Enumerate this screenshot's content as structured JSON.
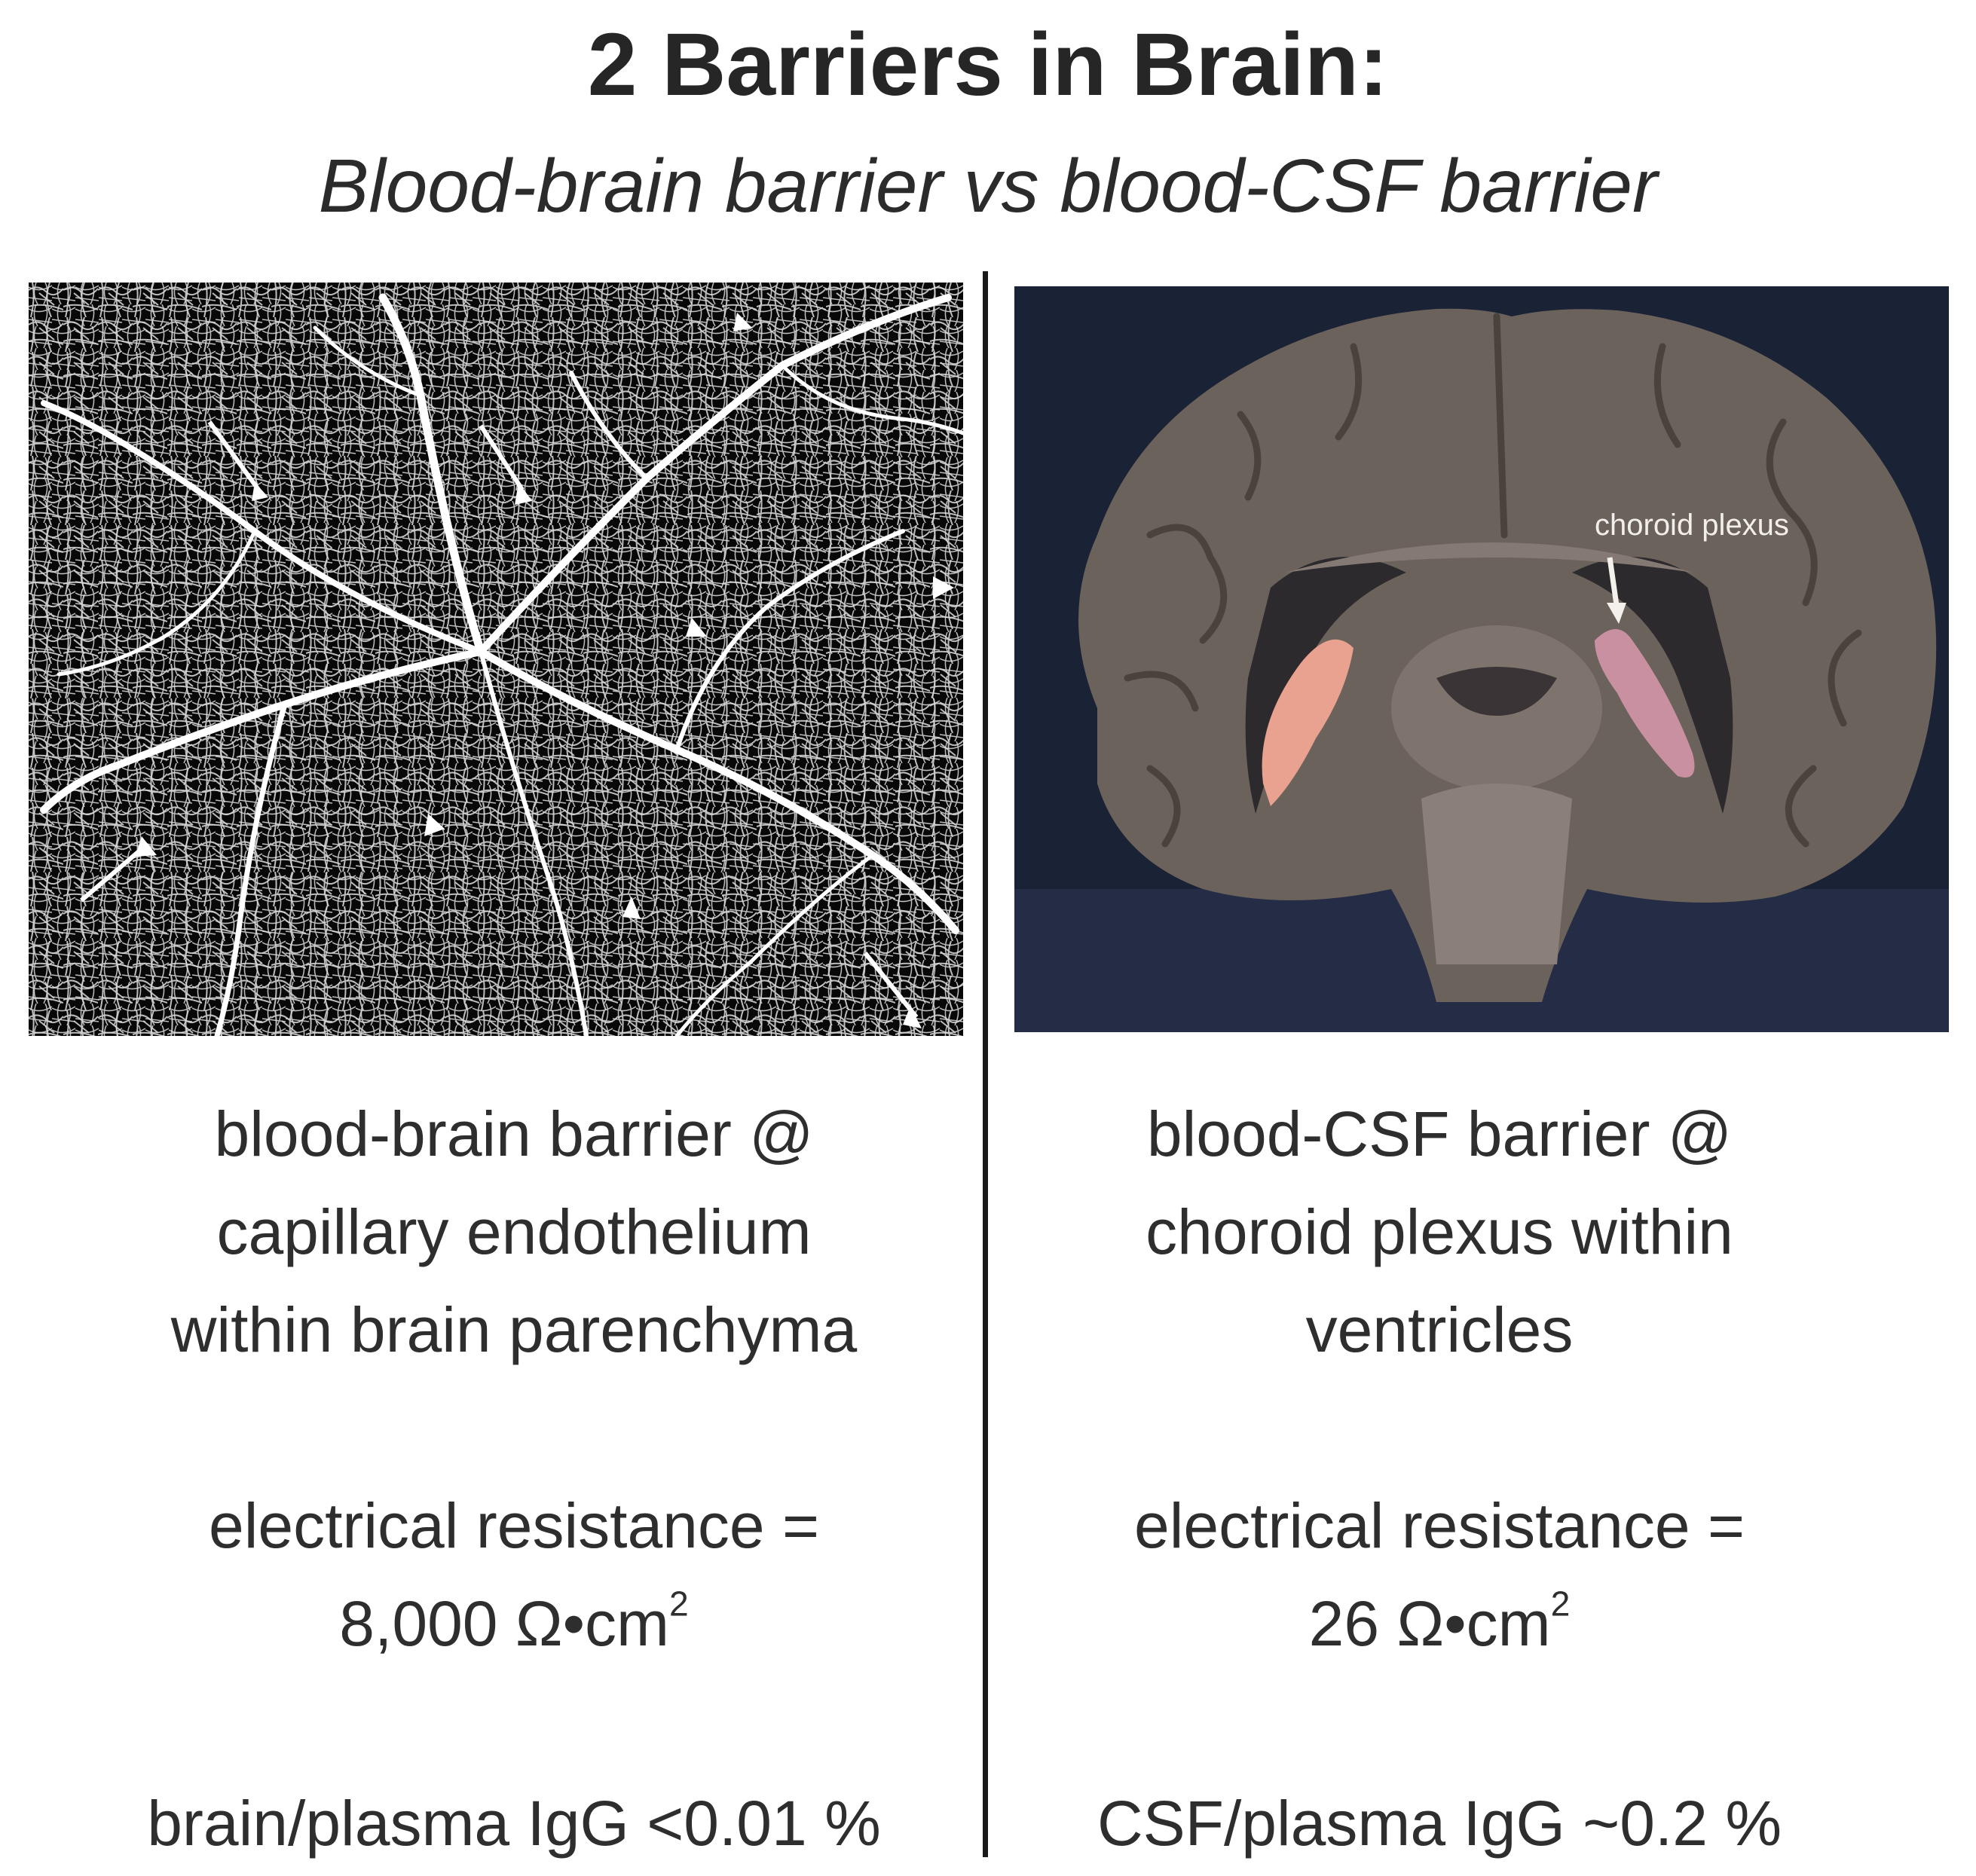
{
  "header": {
    "title": "2 Barriers in Brain:",
    "subtitle": "Blood-brain barrier vs blood-CSF barrier"
  },
  "left": {
    "image_icon": "capillary-network-micrograph",
    "location_lines": [
      "blood-brain barrier @",
      "capillary endothelium",
      "within brain parenchyma"
    ],
    "resistance_line1": "electrical resistance =",
    "resistance_value": "8,000 Ω•cm",
    "resistance_exp": "2",
    "igg": "brain/plasma IgG <0.01 %"
  },
  "right": {
    "image_icon": "coronal-brain-section-photo",
    "image_label": "choroid plexus",
    "location_lines": [
      "blood-CSF barrier @",
      "choroid plexus within",
      "ventricles"
    ],
    "resistance_line1": "electrical resistance =",
    "resistance_value": "26 Ω•cm",
    "resistance_exp": "2",
    "igg": "CSF/plasma IgG ~0.2 %"
  },
  "colors": {
    "divider": "#1a1a1a",
    "text": "#2e2e2e",
    "tissue": "#6e6560",
    "choroid": "#e8a28f"
  }
}
